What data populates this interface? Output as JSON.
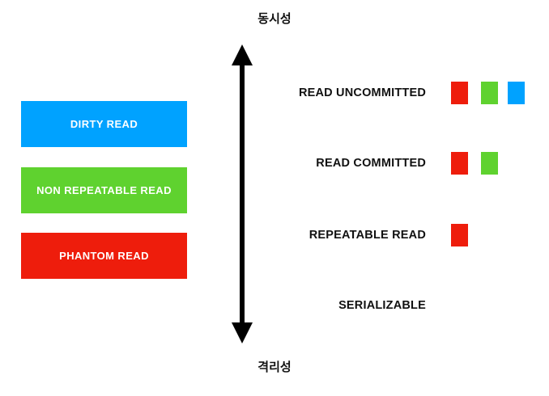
{
  "page": {
    "background": "#ffffff",
    "text_color": "#111111"
  },
  "axis": {
    "top_label": "동시성",
    "bottom_label": "격리성",
    "arrow_name": "double-headed-vertical-arrow",
    "arrow_color": "#000000"
  },
  "palette": {
    "red": "#EE1D0C",
    "green": "#5FD22F",
    "blue": "#00A2FF",
    "white": "#ffffff"
  },
  "legend": {
    "items": [
      {
        "label": "DIRTY READ",
        "color": "#00A2FF"
      },
      {
        "label": "NON REPEATABLE READ",
        "color": "#5FD22F"
      },
      {
        "label": "PHANTOM READ",
        "color": "#EE1D0C"
      }
    ]
  },
  "levels": {
    "rows": [
      {
        "name": "READ UNCOMMITTED",
        "markers": [
          "#EE1D0C",
          "#5FD22F",
          "#00A2FF"
        ],
        "marker_names": [
          "phantom-read-marker",
          "non-repeatable-read-marker",
          "dirty-read-marker"
        ]
      },
      {
        "name": "READ COMMITTED",
        "markers": [
          "#EE1D0C",
          "#5FD22F"
        ],
        "marker_names": [
          "phantom-read-marker",
          "non-repeatable-read-marker"
        ]
      },
      {
        "name": "REPEATABLE READ",
        "markers": [
          "#EE1D0C"
        ],
        "marker_names": [
          "phantom-read-marker"
        ]
      },
      {
        "name": "SERIALIZABLE",
        "markers": [],
        "marker_names": []
      }
    ]
  }
}
